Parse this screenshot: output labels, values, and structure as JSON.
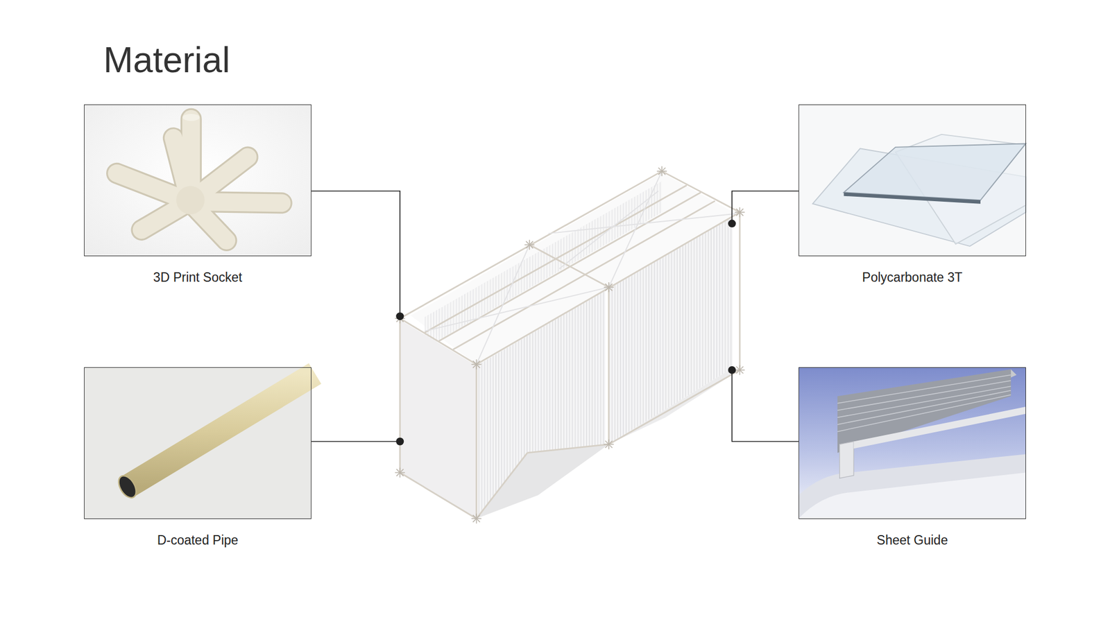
{
  "diagram": {
    "title": "Material",
    "nodes": [
      {
        "text": [
          "3D Print Socket"
        ]
      },
      {
        "text": [
          "Polycarbonate 3T"
        ]
      },
      {
        "text": [
          "D-coated Pipe"
        ]
      },
      {
        "text": [
          "Sheet Guide"
        ]
      }
    ]
  }
}
